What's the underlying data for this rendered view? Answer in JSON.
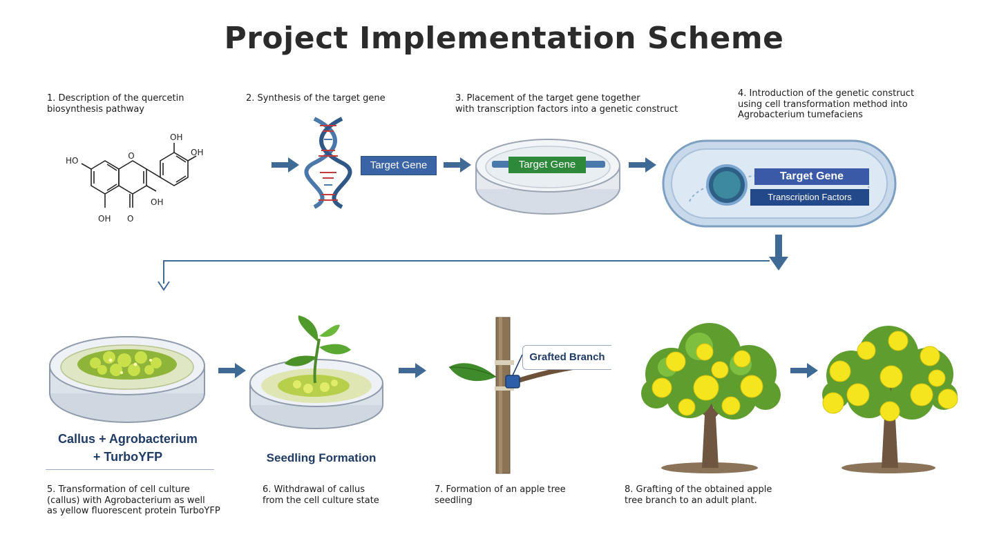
{
  "title": "Project Implementation Scheme",
  "steps": [
    {
      "caption": "1. Description of the quercetin\nbiosynthesis pathway"
    },
    {
      "caption": "2. Synthesis of the target gene"
    },
    {
      "caption": "3. Placement of the target gene together\nwith transcription factors into a genetic construct"
    },
    {
      "caption": "4. Introduction of the genetic construct\nusing cell transformation method into\nAgrobacterium tumefaciens"
    },
    {
      "caption": "5. Transformation of cell culture\n(callus) with Agrobacterium as well\nas yellow fluorescent protein TurboYFP"
    },
    {
      "caption": "6. Withdrawal of callus\nfrom the cell culture state"
    },
    {
      "caption": "7. Formation of an apple tree\nseedling"
    },
    {
      "caption": "8. Grafting of the obtained apple\ntree branch to an adult plant."
    }
  ],
  "molecule": {
    "oh1": "OH",
    "oh2": "OH",
    "oh3": "HO",
    "oh4": "OH",
    "oh5": "OH",
    "o": "O"
  },
  "labels": {
    "target_gene_1": "Target Gene",
    "target_gene_2": "Target Gene",
    "target_gene_3": "Target Gene",
    "transcription_factors": "Transcription Factors",
    "callus_1": "Callus + Agrobacterium",
    "callus_2": "+ TurboYFP",
    "seedling": "Seedling Formation",
    "grafted": "Grafted Branch"
  },
  "colors": {
    "arrow": "#3f6a96",
    "gene_blue": "#3a64a6",
    "gene_green": "#2e8a3a",
    "navy": "#1f3b66",
    "apple": "#f5e51e"
  }
}
